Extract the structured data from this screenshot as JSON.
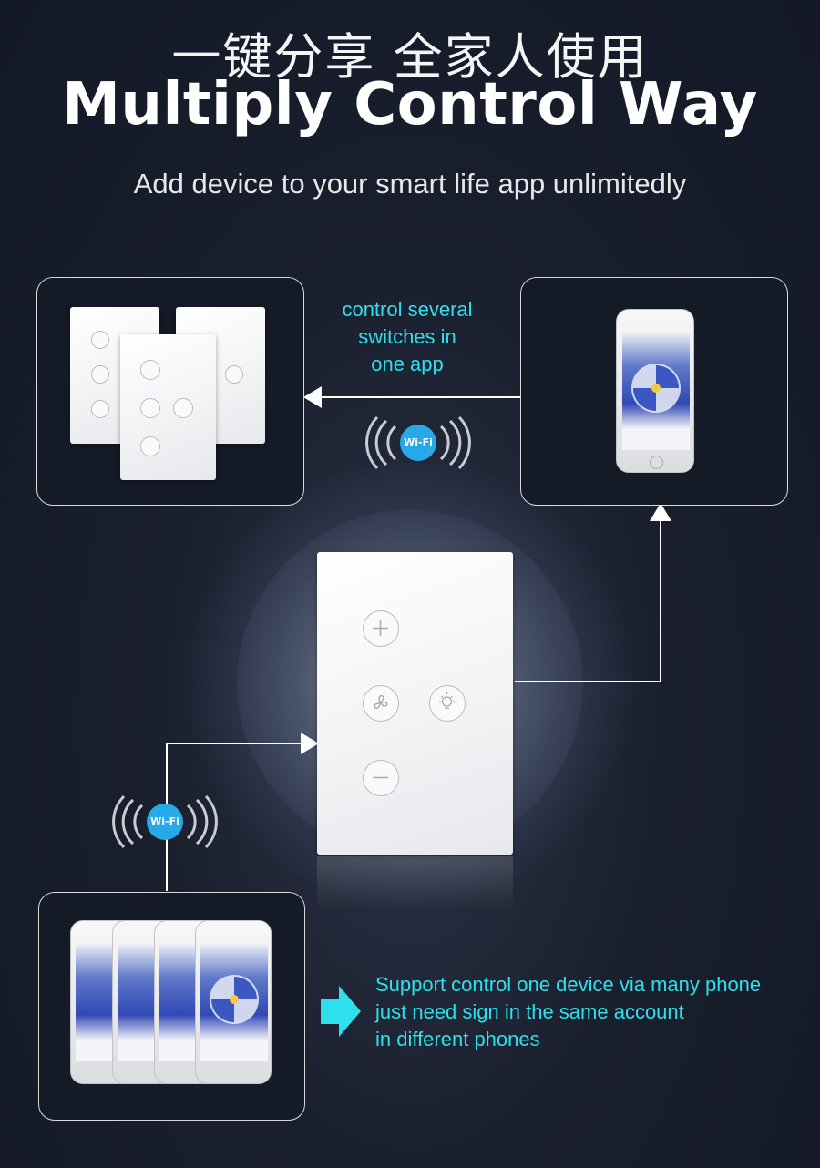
{
  "header": {
    "title_cn": "一键分享 全家人使用",
    "title_en": "Multiply Control Way",
    "subtitle": "Add device to your smart life app unlimitedly"
  },
  "captions": {
    "top_lines": [
      "control several",
      "switches in",
      "one app"
    ],
    "bottom_lines": [
      "Support control one device via many phone",
      "just need sign in the same account",
      "in different phones"
    ]
  },
  "wifi_label": "Wi-Fi",
  "colors": {
    "accent_cyan": "#2ee0ec",
    "wifi_badge": "#27a9e8",
    "background": "#1a1f2d"
  }
}
